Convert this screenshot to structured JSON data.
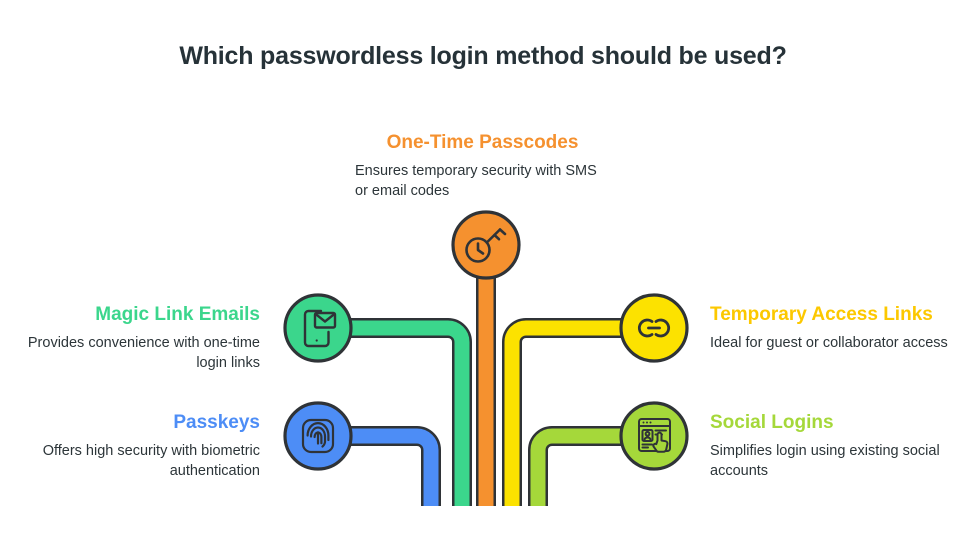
{
  "title": "Which passwordless login method should be used?",
  "palette": {
    "orange": "#F5912F",
    "green": "#3BD68C",
    "blue": "#4D8DF6",
    "yellow": "#FCE200",
    "lime": "#A5D83A",
    "stroke": "#2F3337",
    "text": "#263238"
  },
  "nodes": [
    {
      "id": "one-time-passcodes",
      "heading": "One-Time Passcodes",
      "description": "Ensures temporary security with SMS or email codes",
      "color": "#F5912F",
      "icon": "clock-key-icon",
      "align": "center",
      "position": "top"
    },
    {
      "id": "magic-link-emails",
      "heading": "Magic Link Emails",
      "description": "Provides convenience with one-time login links",
      "color": "#3BD68C",
      "icon": "phone-envelope-icon",
      "align": "right",
      "position": "left-upper"
    },
    {
      "id": "passkeys",
      "heading": "Passkeys",
      "description": "Offers high security with biometric authentication",
      "color": "#4D8DF6",
      "icon": "fingerprint-icon",
      "align": "right",
      "position": "left-lower"
    },
    {
      "id": "temporary-access-links",
      "heading": "Temporary Access Links",
      "description": "Ideal for guest or collaborator access",
      "color": "#FCE200",
      "icon": "chain-link-icon",
      "align": "left",
      "position": "right-upper"
    },
    {
      "id": "social-logins",
      "heading": "Social Logins",
      "description": "Simplifies login using existing social accounts",
      "color": "#A5D83A",
      "icon": "browser-profile-hand-icon",
      "align": "left",
      "position": "right-lower"
    }
  ]
}
